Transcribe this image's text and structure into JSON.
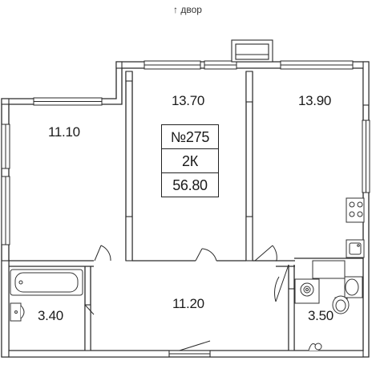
{
  "orientation": {
    "arrow": "↑",
    "label": "двор"
  },
  "apartment": {
    "number": "№275",
    "type": "2К",
    "total_area": "56.80"
  },
  "rooms": [
    {
      "id": "bedroom-left",
      "area": "11.10"
    },
    {
      "id": "bedroom-middle",
      "area": "13.70"
    },
    {
      "id": "kitchen-living",
      "area": "13.90"
    },
    {
      "id": "bathroom",
      "area": "3.40"
    },
    {
      "id": "hallway",
      "area": "11.20"
    },
    {
      "id": "wc",
      "area": "3.50"
    }
  ],
  "colors": {
    "wall": "#2a2a2a",
    "fixture": "#333333",
    "background": "#ffffff"
  }
}
